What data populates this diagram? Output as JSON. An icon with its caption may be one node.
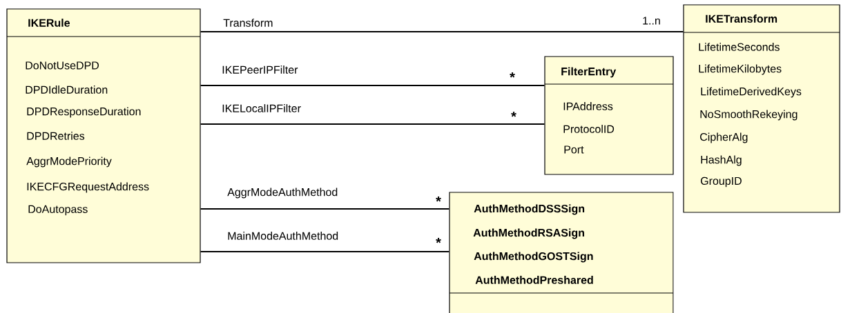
{
  "diagram": {
    "nodes": [
      {
        "text": [
          "IKERule",
          "DoNotUseDPD",
          "DPDIdleDuration",
          "DPDResponseDuration",
          "DPDRetries",
          "AggrModePriority",
          "IKECFGRequestAddress",
          "DoAutopass"
        ]
      },
      {
        "text": [
          "IKETransform",
          "LifetimeSeconds",
          "LifetimeKilobytes",
          "LifetimeDerivedKeys",
          "NoSmoothRekeying",
          "CipherAlg",
          "HashAlg",
          "GroupID"
        ]
      },
      {
        "text": [
          "FilterEntry",
          "IPAddress",
          "ProtocolID",
          "Port"
        ]
      },
      {
        "text": [
          "AuthMethodDSSSign",
          "AuthMethodRSASign",
          "AuthMethodGOSTSign",
          "AuthMethodPreshared"
        ]
      }
    ],
    "edges": [
      {
        "from": 0,
        "to": 1,
        "arrow": "none",
        "label": "Transform"
      },
      {
        "from": 0,
        "to": 2,
        "arrow": "none",
        "label": "IKEPeerIPFilter"
      },
      {
        "from": 0,
        "to": 2,
        "arrow": "none",
        "label": "IKELocalIPFilter"
      },
      {
        "from": 0,
        "to": 3,
        "arrow": "none",
        "label": "AggrModeAuthMethod"
      },
      {
        "from": 0,
        "to": 3,
        "arrow": "none",
        "label": "MainModeAuthMethod"
      }
    ],
    "labels": [
      "1..n",
      "*",
      "*",
      "*",
      "*"
    ]
  }
}
